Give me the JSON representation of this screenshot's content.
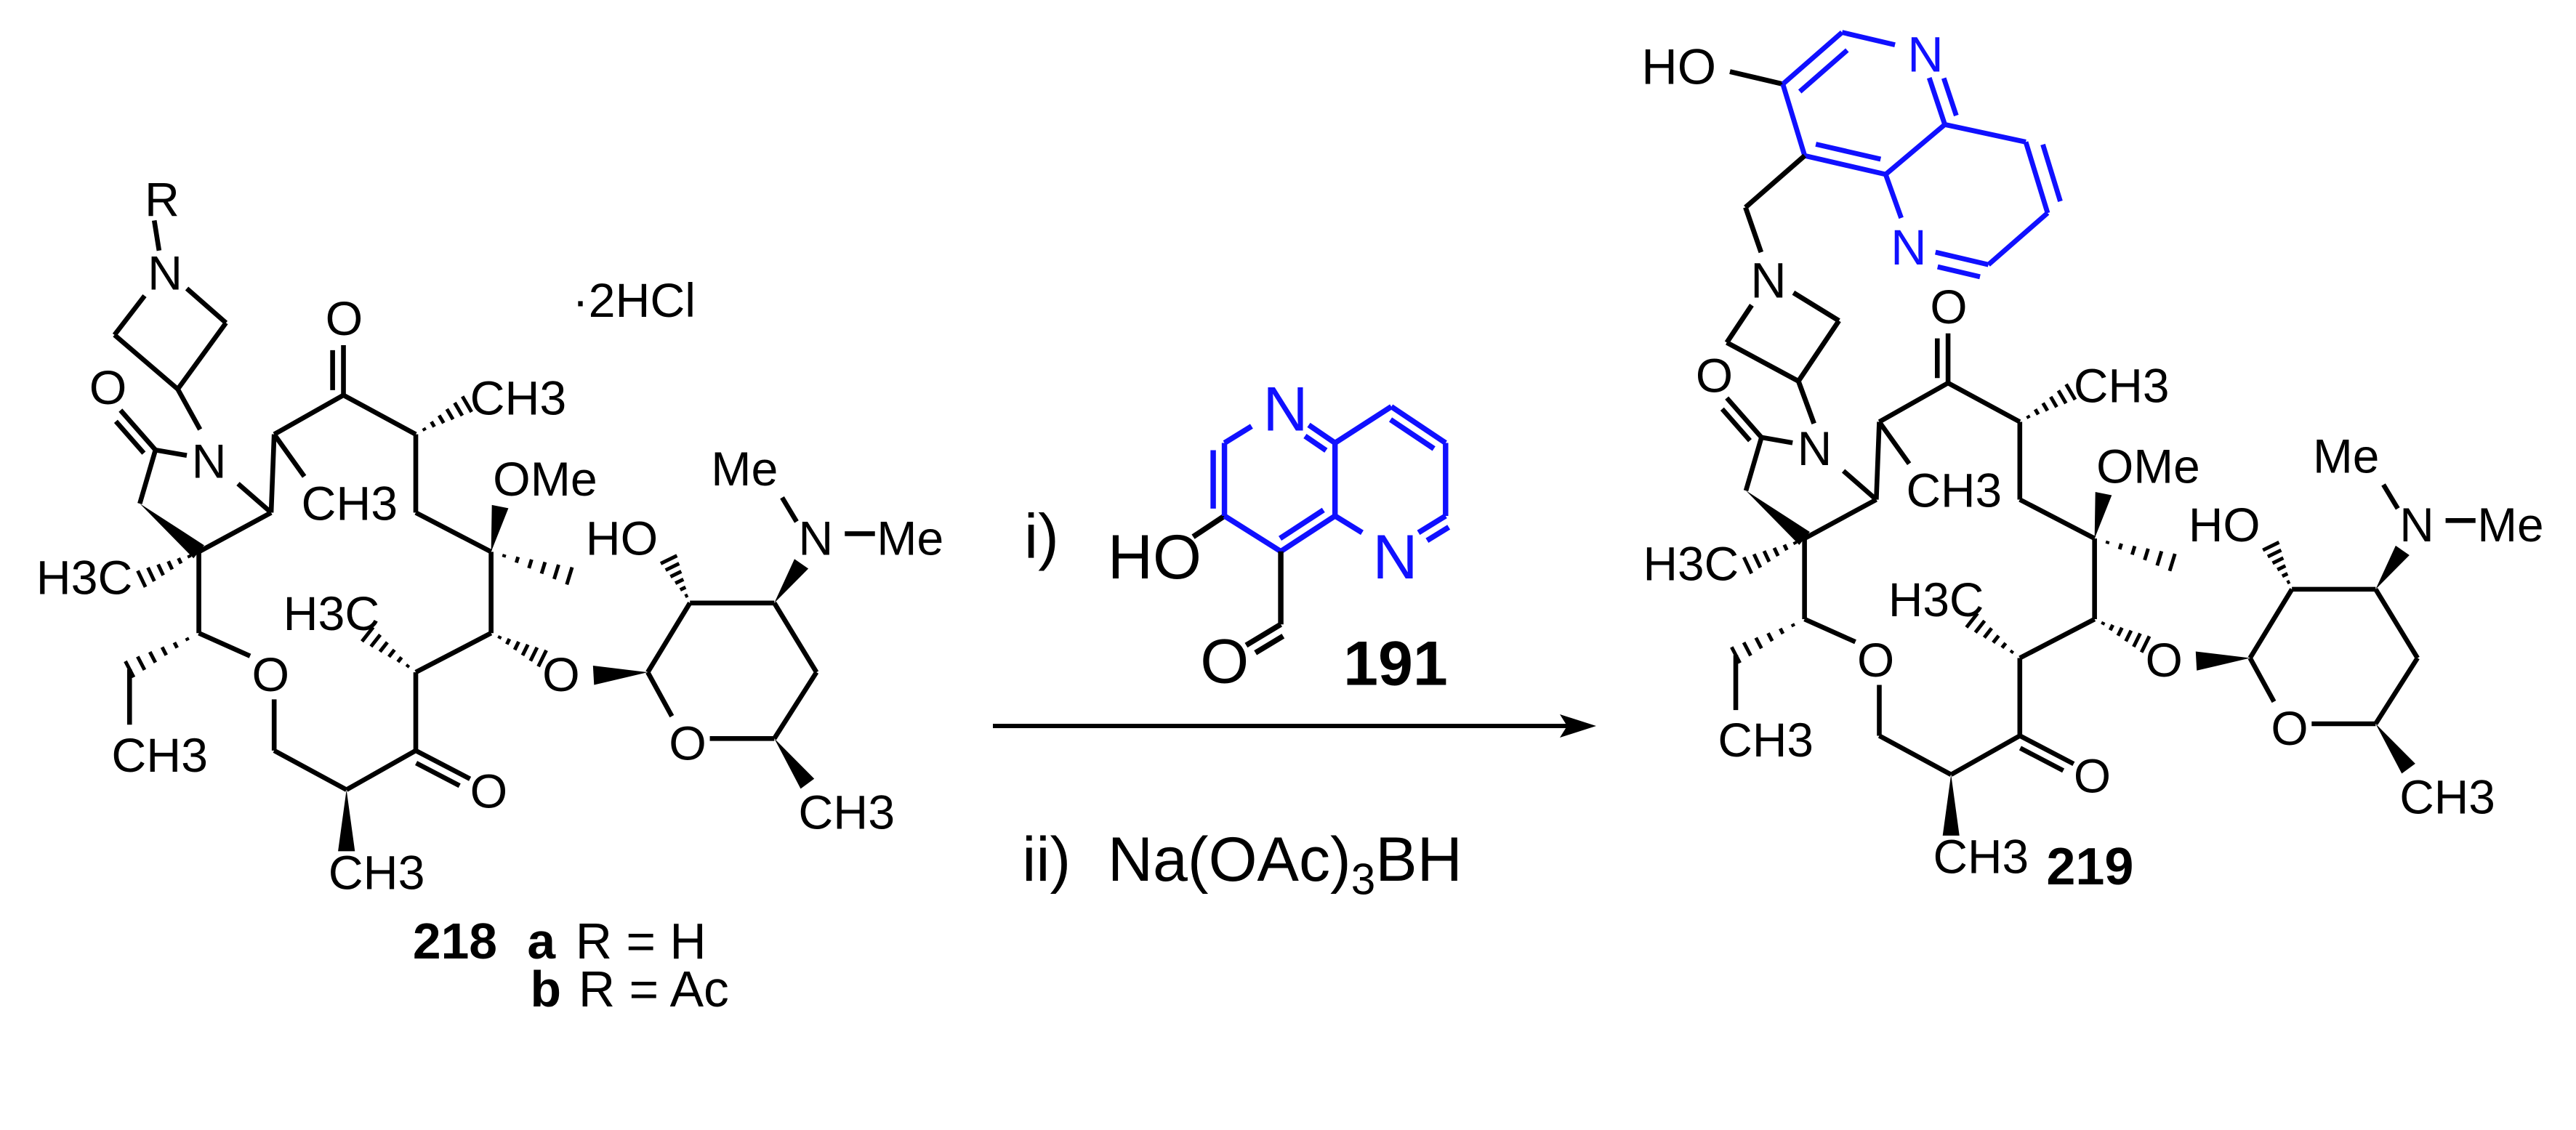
{
  "colors": {
    "bond": "#000000",
    "highlight": "#1010ff",
    "background": "#ffffff"
  },
  "reactant": {
    "compound_number": "218",
    "salt": "·2HCl",
    "variant_a": {
      "letter": "a",
      "text": "R = H"
    },
    "variant_b": {
      "letter": "b",
      "text": "R = Ac"
    },
    "top_labels": [
      "R",
      "N"
    ],
    "macrocycle_labels": [
      "O",
      "N",
      "O",
      "CH3",
      "CH3",
      "OMe",
      "HO",
      "Me",
      "N",
      "Me",
      "H3C",
      "H3C",
      "O",
      "O",
      "O",
      "CH3",
      "O",
      "CH3",
      "CH3"
    ]
  },
  "reagents": {
    "step_1_label": "i)",
    "step_2_label": "ii)",
    "step_2_reagent": "Na(OAc)3BH",
    "aldehyde": {
      "compound_number": "191",
      "atom_labels": [
        "HO",
        "N",
        "N",
        "O"
      ]
    }
  },
  "product": {
    "compound_number": "219",
    "top_labels": [
      "HO",
      "N",
      "N",
      "N"
    ],
    "macrocycle_labels": [
      "O",
      "N",
      "O",
      "CH3",
      "CH3",
      "OMe",
      "HO",
      "Me",
      "N",
      "Me",
      "H3C",
      "H3C",
      "O",
      "O",
      "O",
      "CH3",
      "O",
      "CH3",
      "CH3"
    ]
  }
}
